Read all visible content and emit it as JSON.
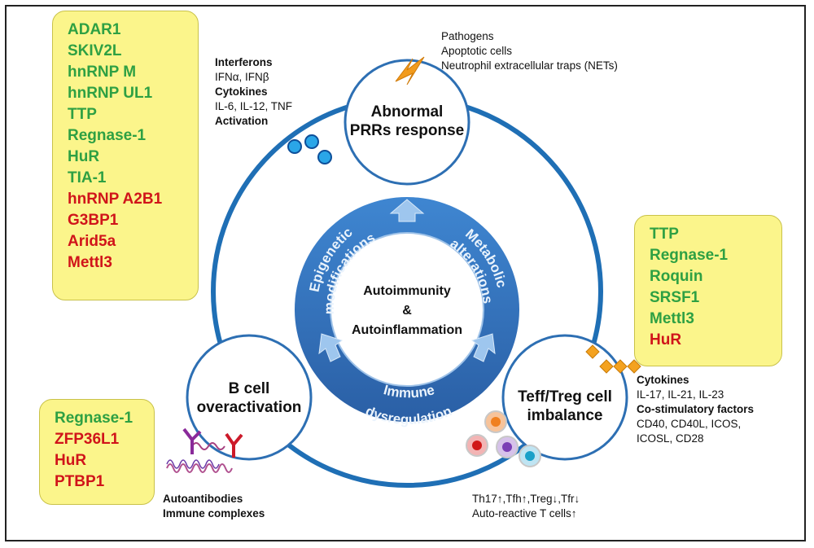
{
  "left_box_top": {
    "items": [
      {
        "label": "ADAR1",
        "color": "#2ea043"
      },
      {
        "label": "SKIV2L",
        "color": "#2ea043"
      },
      {
        "label": "hnRNP M",
        "color": "#2ea043"
      },
      {
        "label": "hnRNP UL1",
        "color": "#2ea043"
      },
      {
        "label": "TTP",
        "color": "#2ea043"
      },
      {
        "label": "Regnase-1",
        "color": "#2ea043"
      },
      {
        "label": "HuR",
        "color": "#2ea043"
      },
      {
        "label": "TIA-1",
        "color": "#2ea043"
      },
      {
        "label": "hnRNP A2B1",
        "color": "#d0141a"
      },
      {
        "label": "G3BP1",
        "color": "#d0141a"
      },
      {
        "label": "Arid5a",
        "color": "#d0141a"
      },
      {
        "label": "Mettl3",
        "color": "#d0141a"
      }
    ]
  },
  "right_box": {
    "items": [
      {
        "label": "TTP",
        "color": "#2ea043"
      },
      {
        "label": "Regnase-1",
        "color": "#2ea043"
      },
      {
        "label": "Roquin",
        "color": "#2ea043"
      },
      {
        "label": "SRSF1",
        "color": "#2ea043"
      },
      {
        "label": "Mettl3",
        "color": "#2ea043"
      },
      {
        "label": "HuR",
        "color": "#d0141a"
      }
    ]
  },
  "left_box_bottom": {
    "items": [
      {
        "label": "Regnase-1",
        "color": "#2ea043"
      },
      {
        "label": "ZFP36L1",
        "color": "#d0141a"
      },
      {
        "label": "HuR",
        "color": "#d0141a"
      },
      {
        "label": "PTBP1",
        "color": "#d0141a"
      }
    ]
  },
  "prr_inputs": {
    "line1": "Pathogens",
    "line2": "Apoptotic cells",
    "line3": "Neutrophil extracellular traps (NETs)"
  },
  "prr_outputs": {
    "interferons_heading": "Interferons",
    "interferons_values": "IFNα, IFNβ",
    "cytokines_heading": "Cytokines",
    "cytokines_values": "IL-6, IL-12, TNF",
    "activation": "Activation"
  },
  "teff_outputs": {
    "cytokines_heading": "Cytokines",
    "cytokines_values": "IL-17, IL-21, IL-23",
    "costim_heading": "Co-stimulatory factors",
    "costim_line1": "CD40, CD40L, ICOS,",
    "costim_line2": "ICOSL, CD28"
  },
  "t_cell_changes": {
    "line1": "Th17↑,Tfh↑,Treg↓,Tfr↓",
    "line2": "Auto-reactive T cells↑"
  },
  "b_cell_outputs": {
    "line1": "Autoantibodies",
    "line2": "Immune complexes"
  },
  "circles": {
    "top": {
      "line1": "Abnormal",
      "line2": "PRRs response"
    },
    "left": {
      "line1": "B cell",
      "line2": "overactivation"
    },
    "right": {
      "line1": "Teff/Treg cell",
      "line2": "imbalance"
    }
  },
  "center": {
    "line1": "Autoimmunity",
    "line2": "&",
    "line3": "Autoinflammation"
  },
  "ring_labels": {
    "epigenetic_1": "Epigenetic",
    "epigenetic_2": "modifications",
    "metabolic_1": "Metabolic",
    "metabolic_2": "alterations",
    "immune_1": "Immune",
    "immune_2": "dysregulation"
  },
  "colors": {
    "ring_blue": "#2d6fb3",
    "ring_light": "#6fa3d6",
    "cycle_line": "#1f6fb5",
    "green_text": "#2ea043",
    "red_text": "#d0141a",
    "box_fill": "#fbf58b",
    "bolt": "#f29b1d",
    "diamond": "#f4a21f"
  }
}
